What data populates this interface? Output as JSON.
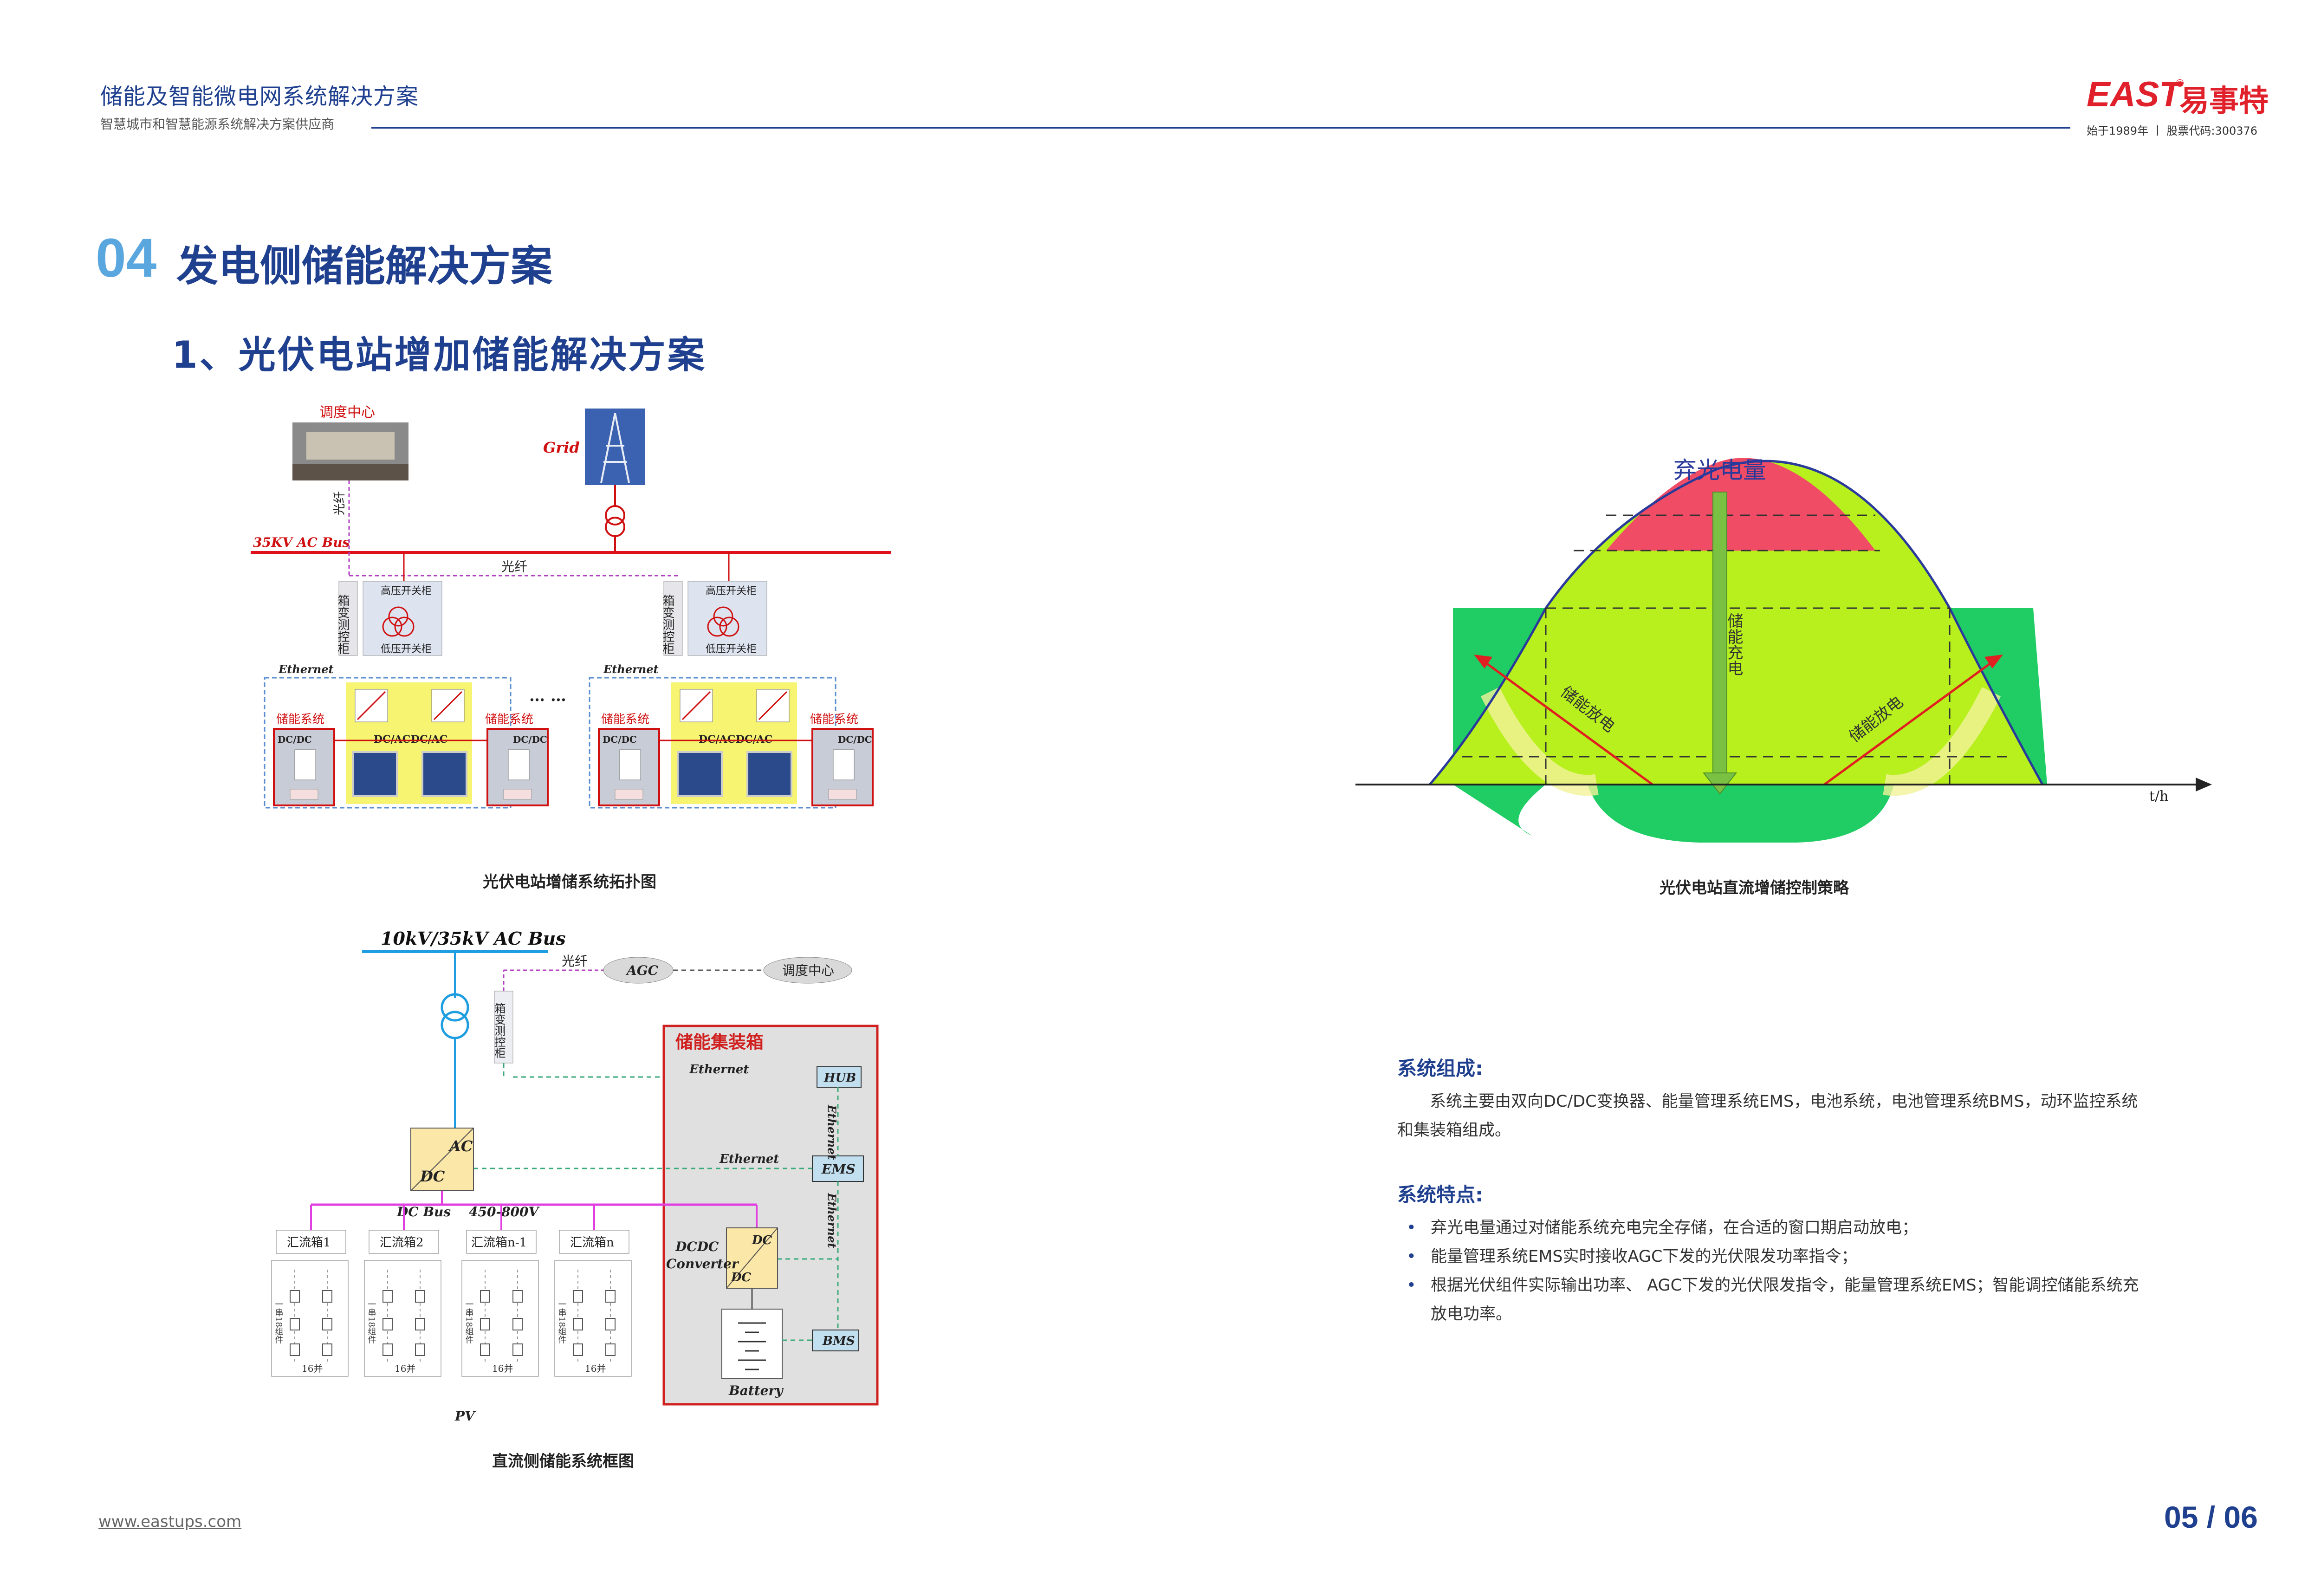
{
  "header": {
    "title": "储能及智能微电网系统解决方案",
    "subtitle": "智慧城市和智慧能源系统解决方案供应商"
  },
  "logo": {
    "brand": "EAST",
    "brand_cn": "易事特",
    "reg": "®",
    "since": "始于1989年 丨 股票代码:300376"
  },
  "section": {
    "number": "04",
    "title": "发电侧储能解决方案",
    "subtitle": "1、光伏电站增加储能解决方案"
  },
  "fig1": {
    "caption": "光伏电站增储系统拓扑图",
    "dispatch": "调度中心",
    "grid": "Grid",
    "bus": "35KV AC Bus",
    "fiber": "光纤",
    "box_ctrl": "箱变测控柜",
    "hv": "高压开关柜",
    "lv": "低压开关柜",
    "ethernet": "Ethernet",
    "storage": "储能系统",
    "dcdc": "DC/DC",
    "dcac": "DC/AC",
    "ellipsis": "… …"
  },
  "fig2": {
    "caption": "光伏电站直流增储控制策略",
    "curtail": "弃光电量",
    "charge": "储能充电",
    "discharge": "储能放电",
    "axis": "t/h"
  },
  "fig3": {
    "caption": "直流侧储能系统框图",
    "bus": "10kV/35kV AC Bus",
    "fiber": "光纤",
    "agc": "AGC",
    "dispatch": "调度中心",
    "box_ctrl": "箱变测控柜",
    "container": "储能集装箱",
    "ethernet": "Ethernet",
    "hub": "HUB",
    "ems": "EMS",
    "bms": "BMS",
    "ac": "AC",
    "dc": "DC",
    "dcbus": "DC Bus",
    "volt": "450-800V",
    "dcdc": "DCDC",
    "converter": "Converter",
    "battery": "Battery",
    "pv": "PV",
    "combiners": [
      "汇流箱1",
      "汇流箱2",
      "汇流箱n-1",
      "汇流箱n"
    ],
    "string": "一串18组件",
    "parallel": "16并"
  },
  "composition": {
    "heading": "系统组成:",
    "text": "系统主要由双向DC/DC变换器、能量管理系统EMS，电池系统，电池管理系统BMS，动环监控系统和集装箱组成。"
  },
  "features": {
    "heading": "系统特点:",
    "items": [
      "弃光电量通过对储能系统充电完全存储，在合适的窗口期启动放电；",
      "能量管理系统EMS实时接收AGC下发的光伏限发功率指令；",
      "根据光伏组件实际输出功率、 AGC下发的光伏限发指令，能量管理系统EMS；智能调控储能系统充放电功率。"
    ]
  },
  "footer": {
    "url": "www.eastups.com",
    "page": "05 / 06"
  }
}
